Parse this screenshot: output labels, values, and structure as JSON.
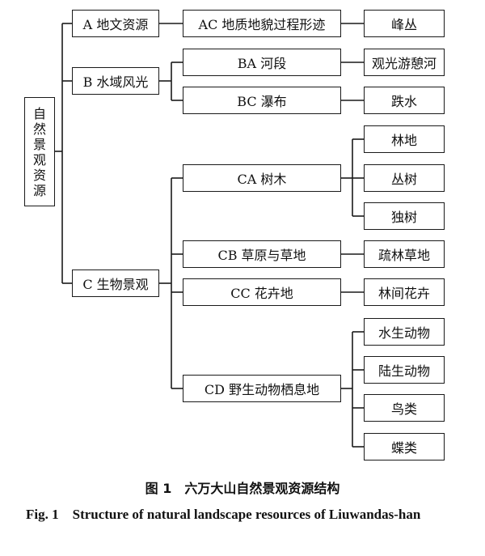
{
  "root": {
    "label": "自然景观资源",
    "chars": [
      "自",
      "然",
      "景",
      "观",
      "资",
      "源"
    ]
  },
  "level1": [
    {
      "id": "A",
      "label": "A 地文资源"
    },
    {
      "id": "B",
      "label": "B 水域风光"
    },
    {
      "id": "C",
      "label": "C 生物景观"
    }
  ],
  "level2": [
    {
      "id": "AC",
      "label": "AC 地质地貌过程形迹"
    },
    {
      "id": "BA",
      "label": "BA 河段"
    },
    {
      "id": "BC",
      "label": "BC 瀑布"
    },
    {
      "id": "CA",
      "label": "CA 树木"
    },
    {
      "id": "CB",
      "label": "CB 草原与草地"
    },
    {
      "id": "CC",
      "label": "CC 花卉地"
    },
    {
      "id": "CD",
      "label": "CD 野生动物栖息地"
    }
  ],
  "level3": [
    {
      "id": "ACA",
      "label": "峰丛"
    },
    {
      "id": "BAA",
      "label": "观光游憩河"
    },
    {
      "id": "BCA",
      "label": "跌水"
    },
    {
      "id": "CAA",
      "label": "林地"
    },
    {
      "id": "CAB",
      "label": "丛树"
    },
    {
      "id": "CAC",
      "label": "独树"
    },
    {
      "id": "CBA",
      "label": "疏林草地"
    },
    {
      "id": "CCA",
      "label": "林间花卉"
    },
    {
      "id": "CDA",
      "label": "水生动物"
    },
    {
      "id": "CDB",
      "label": "陆生动物"
    },
    {
      "id": "CDC",
      "label": "鸟类"
    },
    {
      "id": "CDD",
      "label": "蝶类"
    }
  ],
  "caption": {
    "cn": "图 1　六万大山自然景观资源结构",
    "en_label": "Fig. 1",
    "en_text": "Structure of natural landscape resources of Liuwandas-han"
  }
}
